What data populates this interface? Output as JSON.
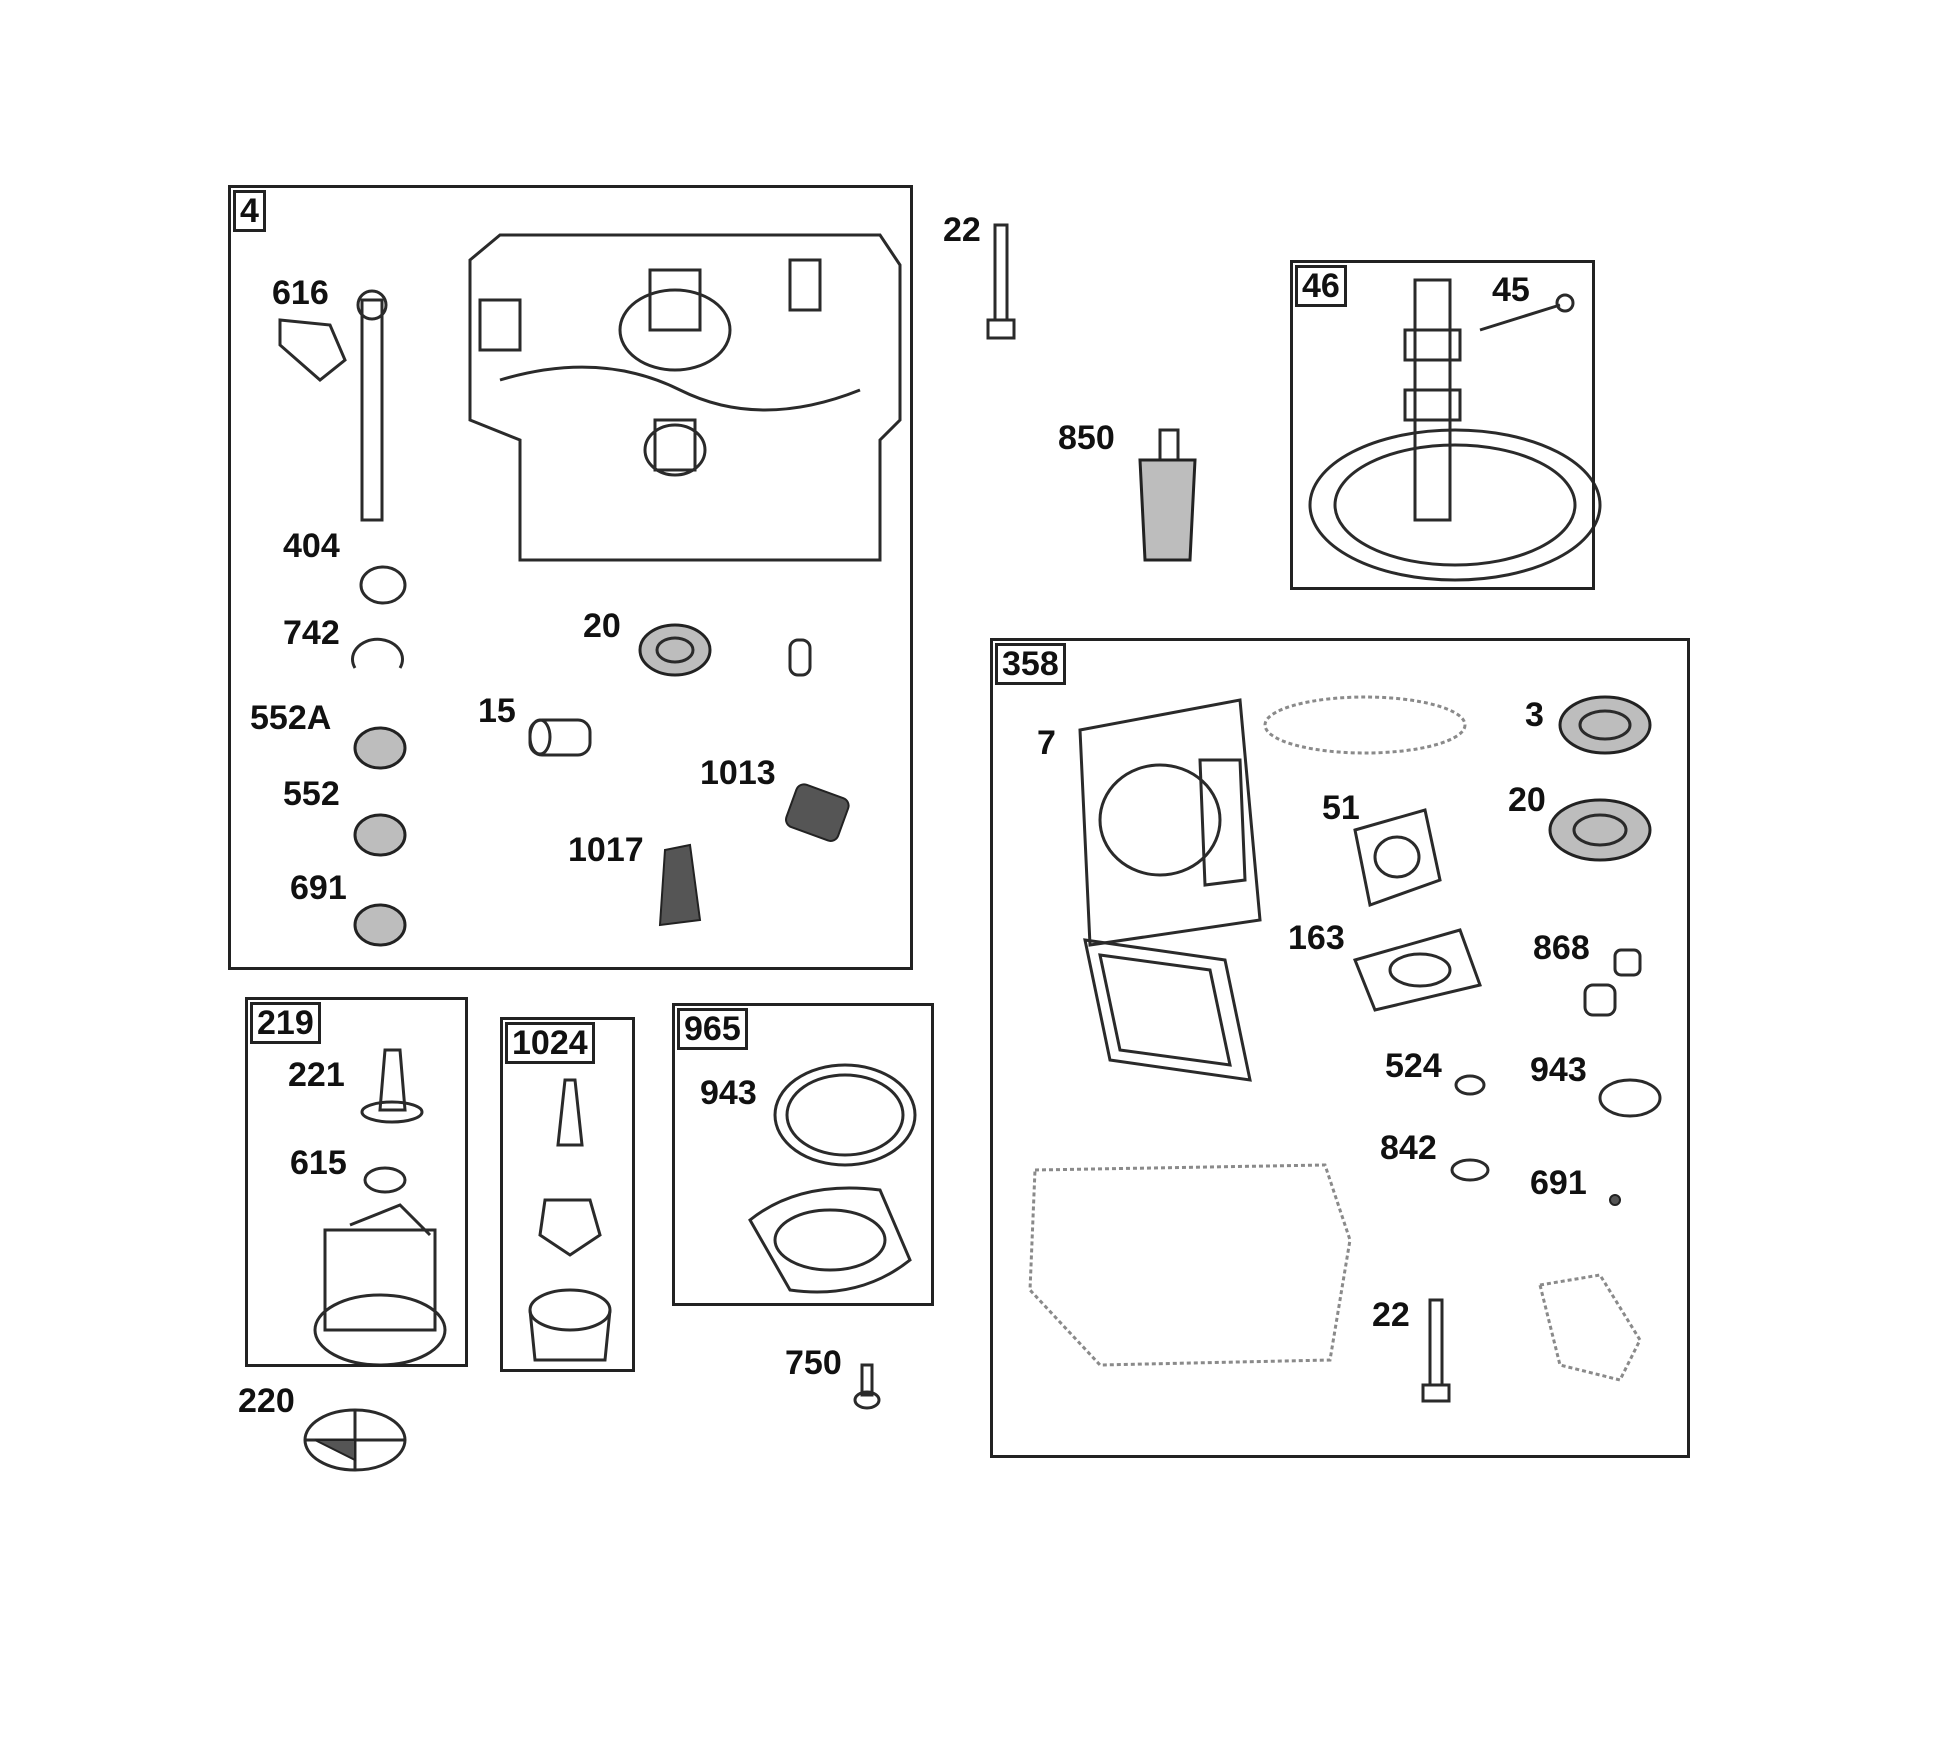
{
  "kits": [
    {
      "id": "4"
    },
    {
      "id": "46"
    },
    {
      "id": "358"
    },
    {
      "id": "219"
    },
    {
      "id": "1024"
    },
    {
      "id": "965"
    }
  ],
  "labels": {
    "k4_616": "616",
    "k4_404": "404",
    "k4_742": "742",
    "k4_552A": "552A",
    "k4_552": "552",
    "k4_691": "691",
    "k4_20": "20",
    "k4_15": "15",
    "k4_1013": "1013",
    "k4_1017": "1017",
    "p22_top": "22",
    "p850": "850",
    "k46_45": "45",
    "k358_7": "7",
    "k358_3": "3",
    "k358_51": "51",
    "k358_20": "20",
    "k358_163": "163",
    "k358_868": "868",
    "k358_524": "524",
    "k358_943": "943",
    "k358_842": "842",
    "k358_691": "691",
    "k358_22": "22",
    "k219_221": "221",
    "k219_615": "615",
    "p220": "220",
    "k965_943": "943",
    "p750": "750"
  }
}
